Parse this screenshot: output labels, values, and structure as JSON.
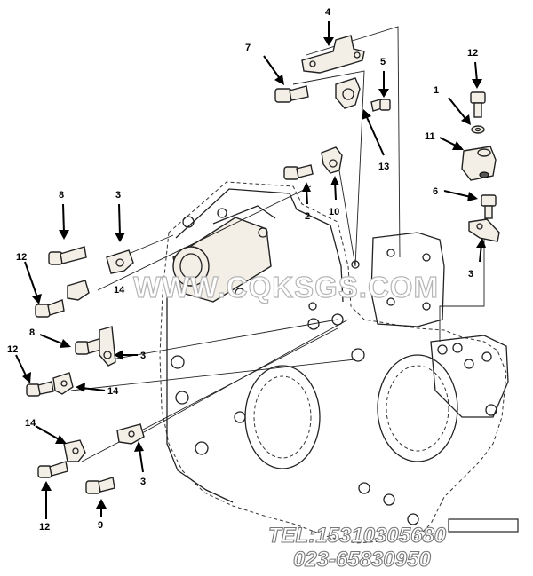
{
  "callouts": {
    "c1": "1",
    "c2": "2",
    "c3a": "3",
    "c3b": "3",
    "c3c": "3",
    "c3d": "3",
    "c4": "4",
    "c5": "5",
    "c6": "6",
    "c7": "7",
    "c8a": "8",
    "c8b": "8",
    "c9": "9",
    "c10": "10",
    "c11": "11",
    "c12a": "12",
    "c12b": "12",
    "c12c": "12",
    "c12d": "12",
    "c13": "13",
    "c14a": "14",
    "c14b": "14",
    "c14c": "14"
  },
  "watermark": {
    "site": "WWW.CQKSGS.COM",
    "tel": "TEL:15310305680",
    "phone": "023-65830950"
  },
  "colors": {
    "ink": "#222222",
    "part_fill": "#f3eee6",
    "watermark_stroke": "#b5b5b5"
  }
}
